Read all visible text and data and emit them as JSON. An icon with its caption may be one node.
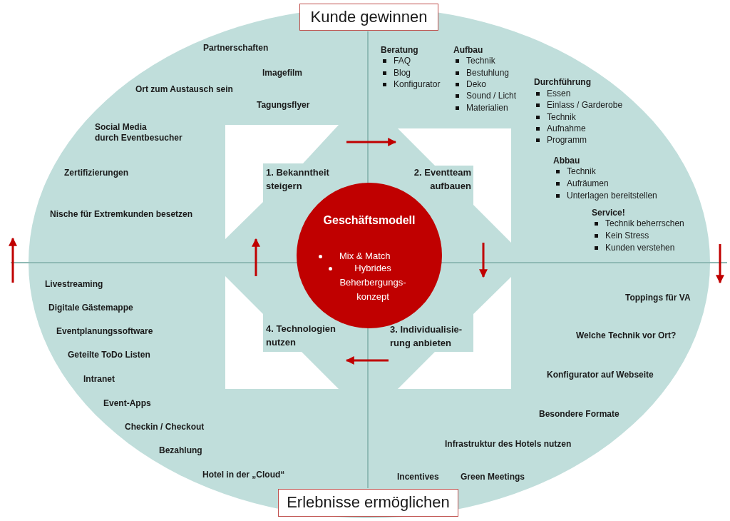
{
  "diagram": {
    "nodes": [
      {
        "text": [
          "Kunde gewinnen"
        ]
      },
      {
        "text": [
          "Erlebnisse ermöglichen"
        ]
      },
      {
        "text": [
          "Geschäftsmodell",
          "Mix & Match",
          "Hybrides Beherbergungs-konzept"
        ]
      },
      {
        "text": [
          "1. Bekanntheit steigern"
        ]
      },
      {
        "text": [
          "2. Eventteam aufbauen"
        ]
      },
      {
        "text": [
          "3. Individualisie-rung anbieten"
        ]
      },
      {
        "text": [
          "4. Technologien nutzen"
        ]
      }
    ],
    "edges": [
      {
        "from": 3,
        "to": 4,
        "arrow": "to"
      },
      {
        "from": 4,
        "to": 5,
        "arrow": "to"
      },
      {
        "from": 5,
        "to": 6,
        "arrow": "to"
      },
      {
        "from": 6,
        "to": 3,
        "arrow": "to"
      }
    ],
    "labels": [
      "Partnerschaften",
      "Imagefilm",
      "Ort zum Austausch sein",
      "Tagungsflyer",
      "Social Media durch Eventbesucher",
      "Zertifizierungen",
      "Nische für Extremkunden besetzen",
      "Beratung",
      "FAQ",
      "Blog",
      "Konfigurator",
      "Aufbau",
      "Technik",
      "Bestuhlung",
      "Deko",
      "Sound / Licht",
      "Materialien",
      "Durchführung",
      "Essen",
      "Einlass / Garderobe",
      "Technik",
      "Aufnahme",
      "Programm",
      "Abbau",
      "Technik",
      "Aufräumen",
      "Unterlagen bereitstellen",
      "Service!",
      "Technik beherrschen",
      "Kein Stress",
      "Kunden verstehen",
      "Livestreaming",
      "Digitale Gästemappe",
      "Eventplanungssoftware",
      "Geteilte ToDo Listen",
      "Intranet",
      "Event-Apps",
      "Checkin / Checkout",
      "Bezahlung",
      "Hotel in der „Cloud“",
      "Toppings für VA",
      "Welche Technik vor Ort?",
      "Konfigurator auf Webseite",
      "Besondere Formate",
      "Infrastruktur des Hotels nutzen",
      "Incentives",
      "Green Meetings"
    ]
  }
}
